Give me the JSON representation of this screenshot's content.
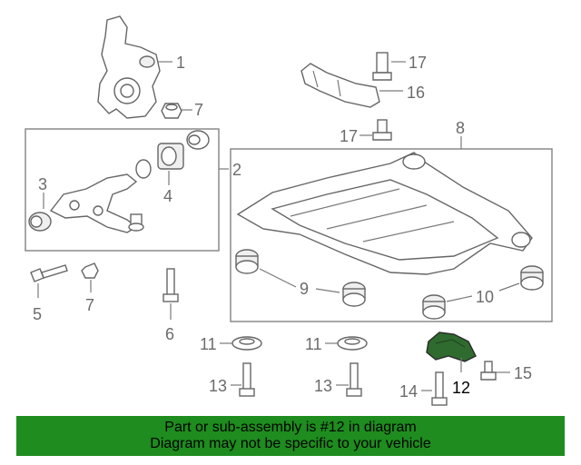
{
  "diagram": {
    "callouts": {
      "c1": "1",
      "c2": "2",
      "c3": "3",
      "c4": "4",
      "c5": "5",
      "c6": "6",
      "c7a": "7",
      "c7b": "7",
      "c8": "8",
      "c9": "9",
      "c10": "10",
      "c11a": "11",
      "c11b": "11",
      "c12": "12",
      "c13a": "13",
      "c13b": "13",
      "c14": "14",
      "c15": "15",
      "c16": "16",
      "c17a": "17",
      "c17b": "17"
    },
    "highlight_color": "#2f6b2f",
    "highlighted_part": "12"
  },
  "banner": {
    "line1": "Part or sub-assembly is #12 in diagram",
    "line2": "Diagram may not be specific to your vehicle",
    "color": "#1e8c1e"
  }
}
